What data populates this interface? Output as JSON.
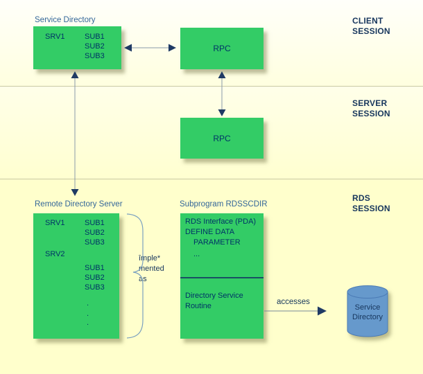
{
  "colors": {
    "band_yellow": "#ffffcc",
    "box_green": "#33cc66",
    "cylinder_blue": "#6699cc",
    "label_blue": "#336699",
    "text_navy": "#003366",
    "header_navy": "#17365d",
    "arrow_navy": "#1f3a64"
  },
  "sessions": {
    "client": "CLIENT SESSION",
    "server": "SERVER SESSION",
    "rds": "RDS SESSION"
  },
  "service_directory_box": {
    "title": "Service Directory",
    "srv": "SRV1",
    "subs": [
      "SUB1",
      "SUB2",
      "SUB3"
    ]
  },
  "rpc_client": {
    "label": "RPC"
  },
  "rpc_server": {
    "label": "RPC"
  },
  "remote_directory_server": {
    "title": "Remote Directory Server",
    "srv1": "SRV1",
    "srv2": "SRV2",
    "group1": [
      "SUB1",
      "SUB2",
      "SUB3"
    ],
    "group2": [
      "SUB1",
      "SUB2",
      "SUB3"
    ],
    "dots": [
      ".",
      ".",
      "."
    ]
  },
  "brace_note": {
    "lines": [
      "împle*",
      "mented",
      "as"
    ]
  },
  "subprogram_box": {
    "title": "Subprogram RDSSCDIR",
    "interface_line": "RDS Interface (PDA)",
    "define_line": "DEFINE DATA",
    "parameter_line": "PARAMETER",
    "ellipsis": "...",
    "routine_line1": "Directory Service",
    "routine_line2": "Routine"
  },
  "accesses": {
    "label": "accesses"
  },
  "cylinder": {
    "label": "Service Directory"
  }
}
